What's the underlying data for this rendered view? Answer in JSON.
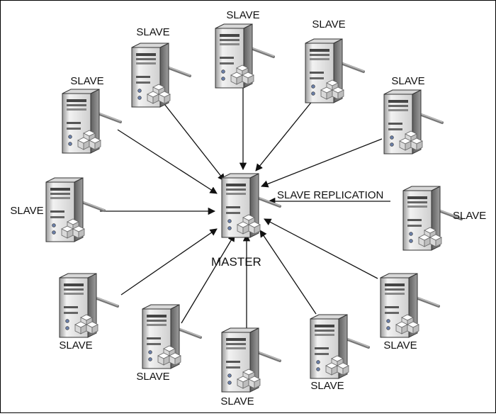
{
  "diagram": {
    "master": {
      "label": "MASTER"
    },
    "replication_label": "SLAVE REPLICATION",
    "slaves": [
      {
        "id": "slave-1",
        "label": "SLAVE"
      },
      {
        "id": "slave-2",
        "label": "SLAVE"
      },
      {
        "id": "slave-3",
        "label": "SLAVE"
      },
      {
        "id": "slave-4",
        "label": "SLAVE"
      },
      {
        "id": "slave-5",
        "label": "SLAVE"
      },
      {
        "id": "slave-6",
        "label": "SLAVE"
      },
      {
        "id": "slave-7",
        "label": "SLAVE"
      },
      {
        "id": "slave-8",
        "label": "SLAVE"
      },
      {
        "id": "slave-9",
        "label": "SLAVE"
      },
      {
        "id": "slave-10",
        "label": "SLAVE"
      },
      {
        "id": "slave-11",
        "label": "SLAVE"
      },
      {
        "id": "slave-12",
        "label": "SLAVE"
      }
    ],
    "connections": [
      {
        "from": "slave-1",
        "to": "master"
      },
      {
        "from": "slave-2",
        "to": "master"
      },
      {
        "from": "slave-3",
        "to": "master"
      },
      {
        "from": "slave-4",
        "to": "master"
      },
      {
        "from": "slave-5",
        "to": "master"
      },
      {
        "from": "slave-6",
        "to": "master"
      },
      {
        "from": "slave-7",
        "to": "master"
      },
      {
        "from": "slave-8",
        "to": "master"
      },
      {
        "from": "slave-9",
        "to": "master"
      },
      {
        "from": "slave-10",
        "to": "master"
      },
      {
        "from": "slave-11",
        "to": "master"
      },
      {
        "from": "slave-12",
        "to": "master"
      }
    ],
    "icon": "server-tower-icon",
    "colors": {
      "line": "#111111",
      "server_body": "#e6e6e6",
      "server_dark": "#8a8a8a",
      "cube": "#f4f4f4"
    }
  }
}
